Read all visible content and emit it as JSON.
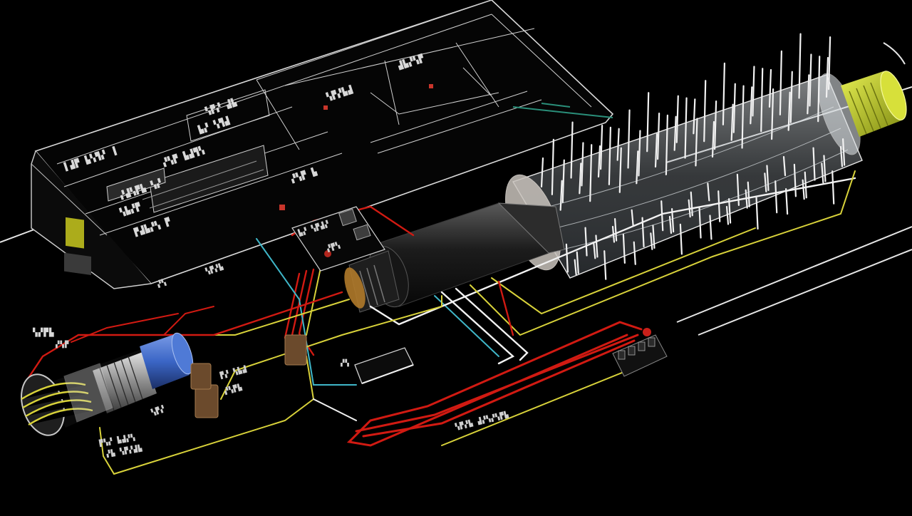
{
  "palette": {
    "background": "#000000",
    "panel_line": "#dcdcdc",
    "accent_line": "#2a8f7a",
    "wire_red": "#d11a12",
    "wire_yellow": "#d8d23a",
    "wire_white": "#f2f2f2",
    "wire_cyan": "#3fb6c8",
    "knob_blue": "#3b66c6",
    "cap_yellow": "#c8d22a",
    "connector_brown": "#6b4a2c"
  },
  "components": [
    {
      "id": "control-console",
      "icon": "circuit-panel-icon"
    },
    {
      "id": "filament-array-tube",
      "icon": "vacuum-tube-icon"
    },
    {
      "id": "yellow-end-cap",
      "icon": "cap-icon"
    },
    {
      "id": "black-plug-connector",
      "icon": "plug-icon"
    },
    {
      "id": "blue-coil-spool",
      "icon": "coil-icon"
    },
    {
      "id": "terminal-block",
      "icon": "terminal-block-icon"
    },
    {
      "id": "inline-relay",
      "icon": "relay-icon"
    }
  ]
}
